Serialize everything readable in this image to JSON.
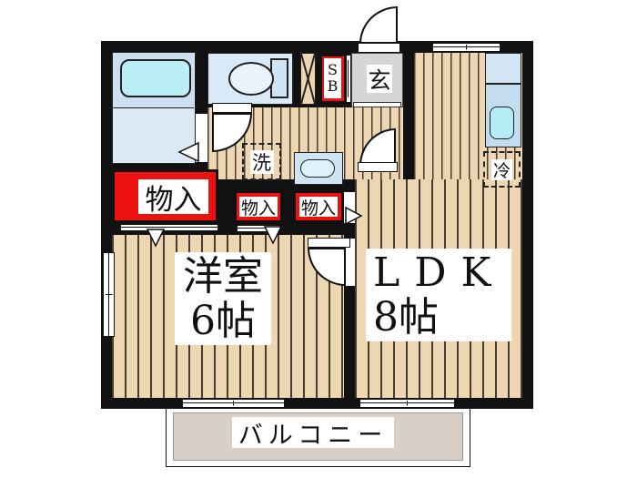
{
  "rooms": {
    "western_room": {
      "name": "洋室",
      "size": "6帖"
    },
    "ldk": {
      "name": "LDK",
      "size": "8帖"
    },
    "balcony": {
      "label": "バルコニー"
    },
    "entrance": {
      "label": "玄"
    },
    "shoe_box": {
      "line1": "S",
      "line2": "B"
    },
    "laundry": {
      "label": "洗"
    },
    "refrigerator": {
      "label": "冷"
    },
    "storage_large": {
      "label": "物入"
    },
    "storage_small_left": {
      "label": "物入"
    },
    "storage_small_right": {
      "label": "物入"
    }
  },
  "colors": {
    "wall": "#111111",
    "wood_floor": "#eed6b2",
    "storage_red": "#ee1111",
    "bath_upper": "#cddff1",
    "bath_lower": "#dde9f6",
    "bathtub": "#bceef6",
    "toilet_room": "#d8eaf8",
    "fixture_blue": "#cfe4f4",
    "counter_top": "#d3e6f6",
    "counter_main": "#c3dcf0",
    "kitchen_sink": "#b4eef4",
    "entrance_tile": "#d6d6d6",
    "balcony_deck": "#d9cfc7"
  }
}
